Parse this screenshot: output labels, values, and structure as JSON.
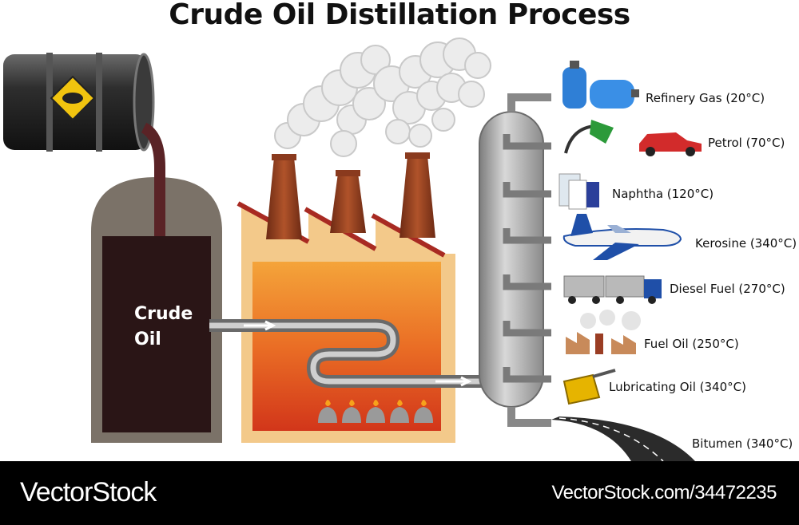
{
  "title": "Crude Oil Distillation Process",
  "tank": {
    "label": "Crude Oil"
  },
  "products": [
    {
      "name": "Refinery Gas (20°C)",
      "icon": "gas-cylinders-icon"
    },
    {
      "name": "Petrol (70°C)",
      "icon": "fuel-nozzle-car-icon"
    },
    {
      "name": "Naphtha (120°C)",
      "icon": "chemical-bottles-icon"
    },
    {
      "name": "Kerosine (340°C)",
      "icon": "airplane-icon"
    },
    {
      "name": "Diesel Fuel (270°C)",
      "icon": "truck-icon"
    },
    {
      "name": "Fuel Oil (250°C)",
      "icon": "factory-icon"
    },
    {
      "name": "Lubricating Oil (340°C)",
      "icon": "oil-can-icon"
    },
    {
      "name": "Bitumen (340°C)",
      "icon": "road-icon"
    }
  ],
  "footer": {
    "brand": "VectorStock",
    "brand_id": "VectorStock.com/34472235"
  },
  "colors": {
    "tank_outer": "#7b7268",
    "tank_inner": "#2a1516",
    "crude_oil": "#5a2326",
    "factory_wall": "#f3c98a",
    "furnace": "#e2531c",
    "column": "#a8a8a8",
    "roof": "#a82a22",
    "chimney": "#8a3a1e"
  }
}
